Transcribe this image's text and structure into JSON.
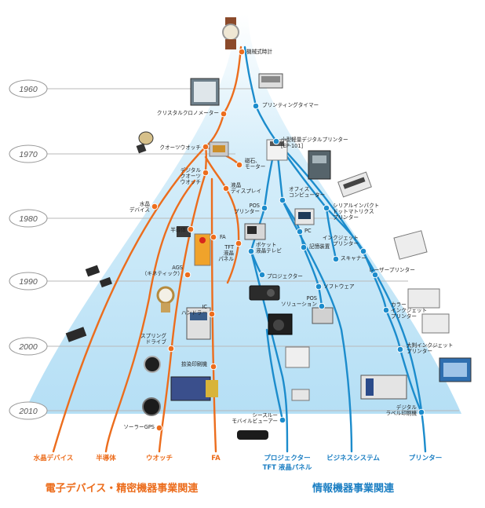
{
  "years": [
    "1960",
    "1970",
    "1980",
    "1990",
    "2000",
    "2010"
  ],
  "colors": {
    "orange": "#ec6d1d",
    "blue": "#1c8ccc",
    "year_line": "#b9b9b9",
    "cone": "#bfe4f7"
  },
  "nodes": {
    "mechanical_watch": "機械式時計",
    "printing_timer": "プリンティングタイマー",
    "crystal_chronometer": "クリスタルクロノメーター",
    "compact_printer": "小型軽量デジタルプリンター",
    "compact_printer_model": "[EP-101]",
    "quartz_watch": "クオーツウオッチ",
    "magnet_motor": "磁石、\nモーター",
    "digital_quartz": "デジタル\nクオーツ\nウオッチ",
    "lcd": "液晶\nディスプレイ",
    "office_computer": "オフィス\nコンピューター",
    "serial_impact": "シリアルインパクト\nドットマトリクス\nプリンター",
    "crystal_device": "水晶\nデバイス",
    "pos_printer": "POS\nプリンター",
    "pc": "PC",
    "semiconductor": "半導体",
    "fa": "FA",
    "inkjet_printer": "インクジェット\nプリンター",
    "storage": "記憶装置",
    "pocket_tv": "ポケット\n液晶テレビ",
    "tft_panel": "TFT\n液晶\nパネル",
    "ags": "AGS\n（キネティック）",
    "scanner": "スキャナー",
    "laser_printer": "レーザープリンター",
    "projector": "プロジェクター",
    "software": "ソフトウェア",
    "pos_solution": "POS\nソリューション",
    "ic_handler": "IC\nハンドラー",
    "color_inkjet": "カラー\nインクジェット\nプリンター",
    "spring_drive": "スプリング\nドライブ",
    "large_inkjet": "大判インクジェット\nプリンター",
    "textile_printer": "捺染印刷機",
    "digital_label": "デジタル\nラベル印刷機",
    "seethrough_viewer": "シースルー\nモバイルビューアー",
    "solar_gps": "ソーラーGPS"
  },
  "categories": {
    "crystal_device": "水晶デバイス",
    "semiconductor": "半導体",
    "watch": "ウオッチ",
    "fa": "FA",
    "projector": "プロジェクター",
    "tft_panel": "TFT 液晶パネル",
    "business_system": "ビジネスシステム",
    "printer": "プリンター"
  },
  "sections": {
    "left": "電子デバイス・精密機器事業関連",
    "right": "情報機器事業関連"
  }
}
